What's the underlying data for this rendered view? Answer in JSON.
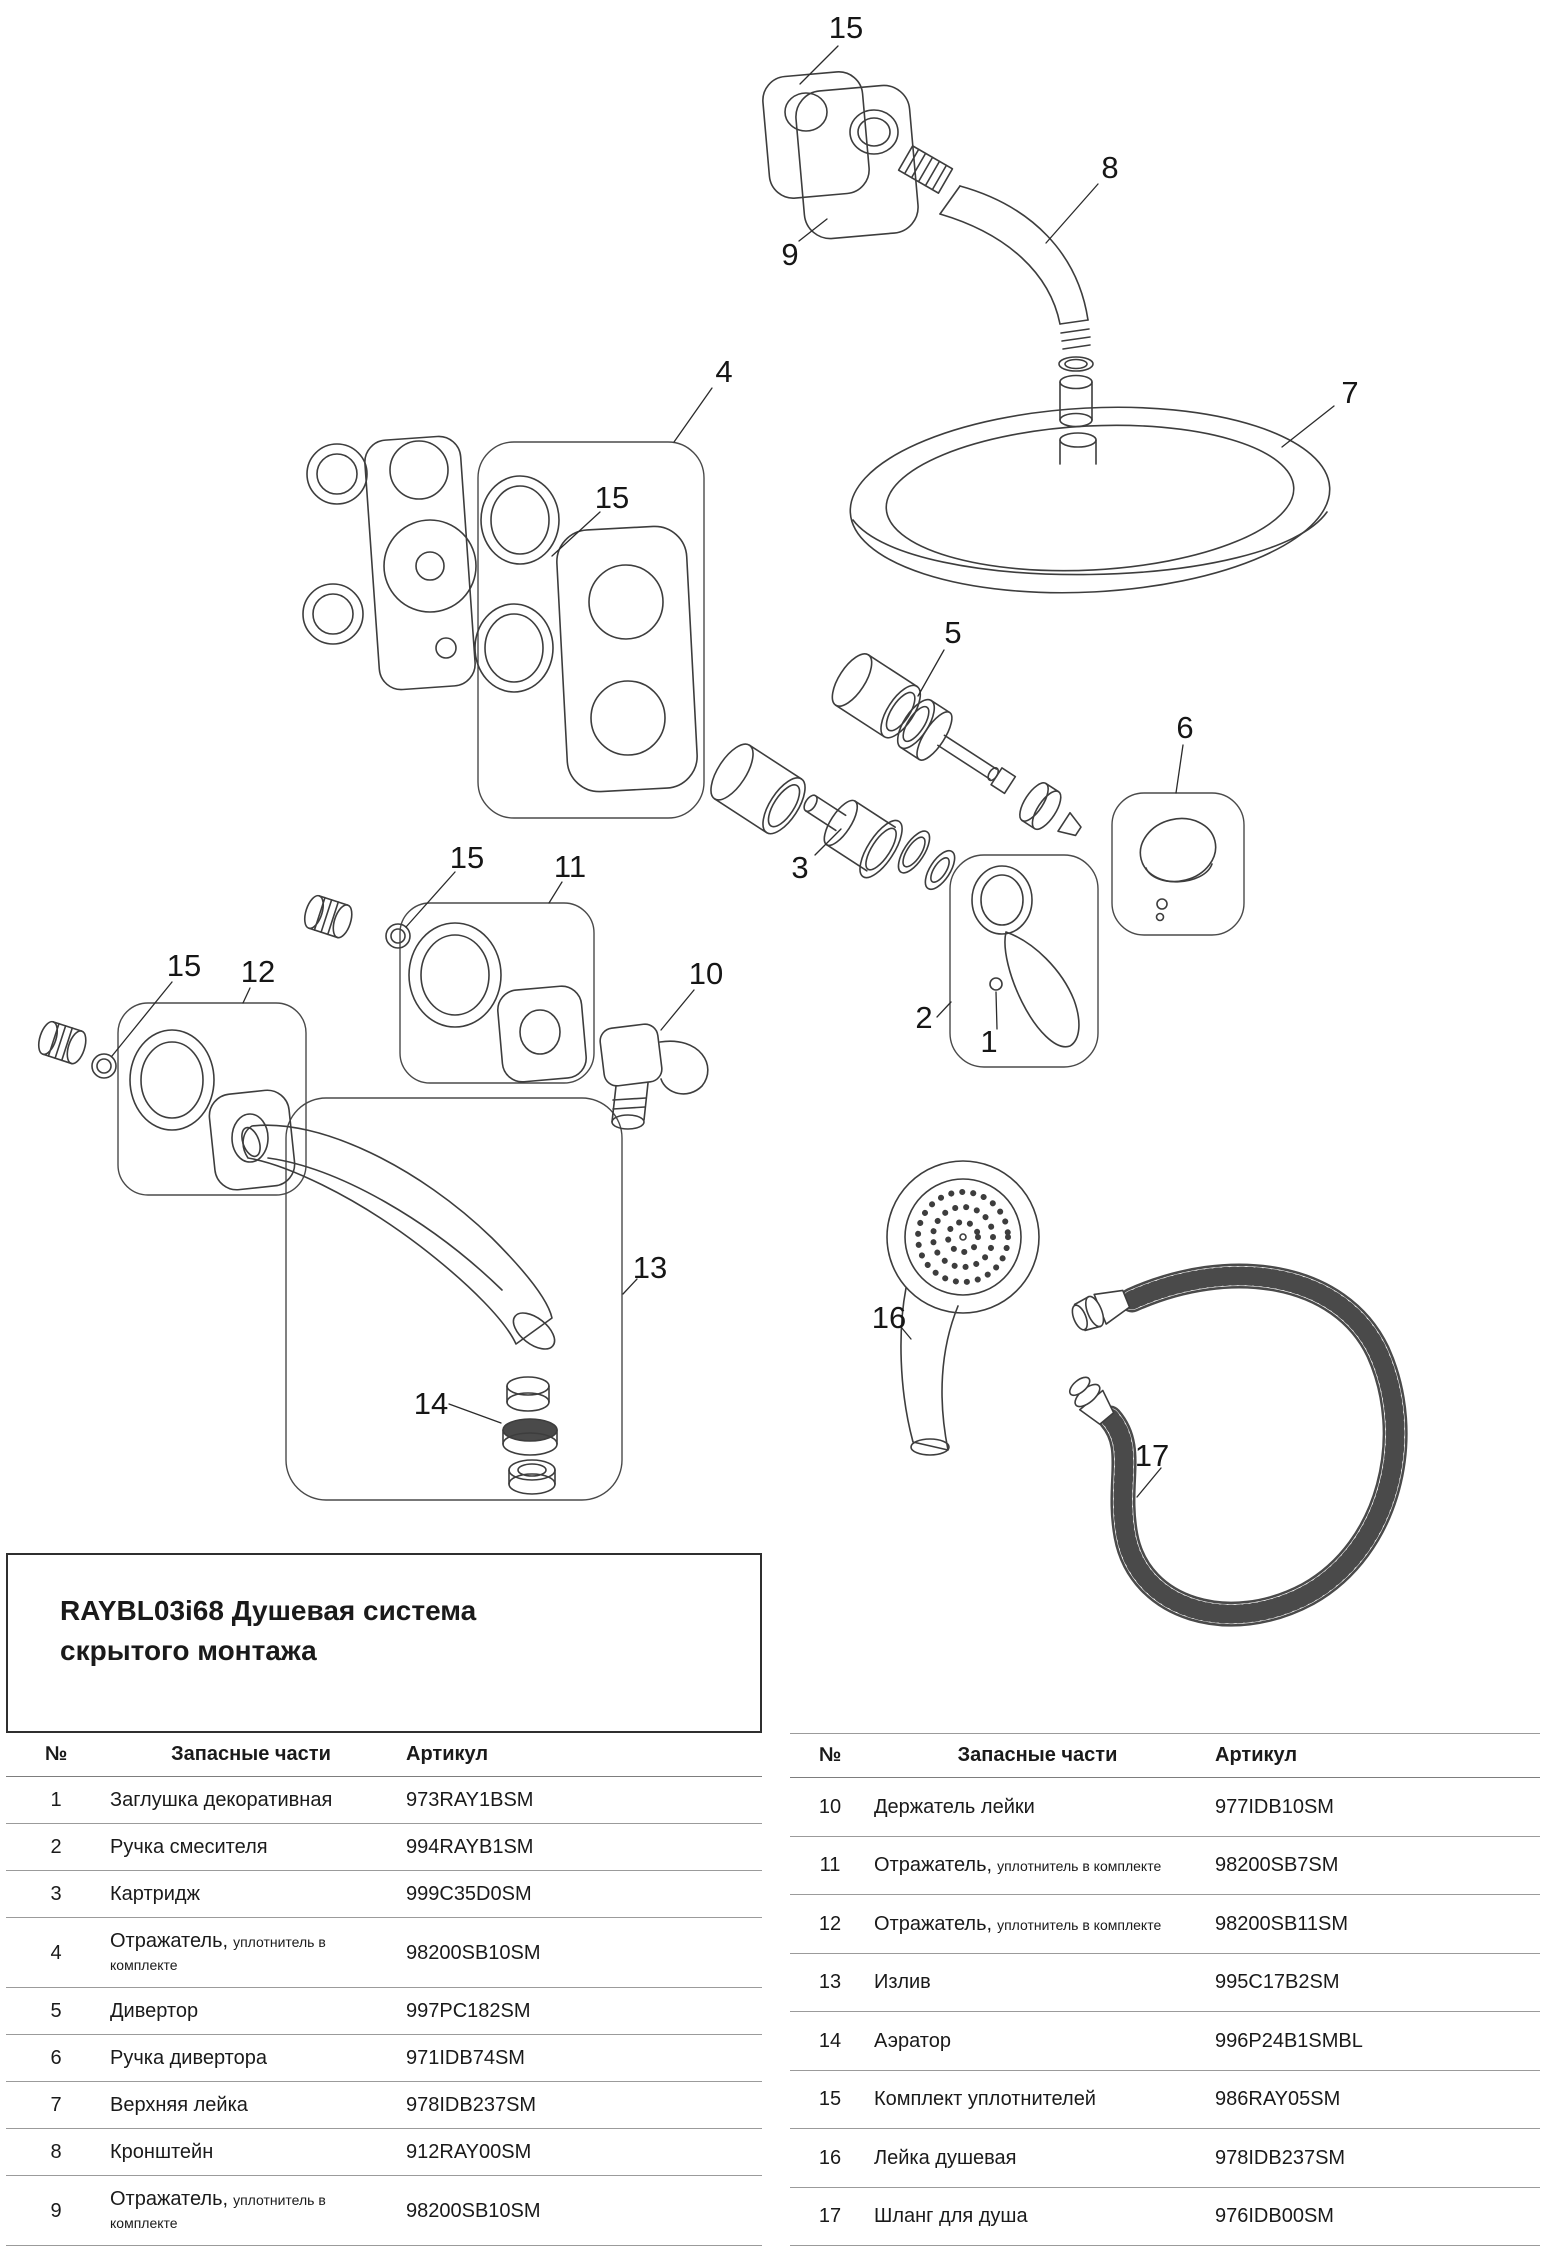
{
  "title": {
    "line1": "RAYBL03i68 Душевая система",
    "line2": "скрытого монтажа"
  },
  "table_headers": {
    "num": "№",
    "part": "Запасные части",
    "sku": "Артикул"
  },
  "parts_left": [
    {
      "num": "1",
      "name": "Заглушка декоративная",
      "name_note": "",
      "sku": "973RAY1BSM"
    },
    {
      "num": "2",
      "name": "Ручка смесителя",
      "name_note": "",
      "sku": "994RAYB1SM"
    },
    {
      "num": "3",
      "name": "Картридж",
      "name_note": "",
      "sku": "999C35D0SM"
    },
    {
      "num": "4",
      "name": "Отражатель,",
      "name_note": "уплотнитель в комплекте",
      "sku": "98200SB10SM"
    },
    {
      "num": "5",
      "name": "Дивертор",
      "name_note": "",
      "sku": "997PC182SM"
    },
    {
      "num": "6",
      "name": "Ручка дивертора",
      "name_note": "",
      "sku": "971IDB74SM"
    },
    {
      "num": "7",
      "name": "Верхняя лейка",
      "name_note": "",
      "sku": "978IDB237SM"
    },
    {
      "num": "8",
      "name": "Кронштейн",
      "name_note": "",
      "sku": "912RAY00SM"
    },
    {
      "num": "9",
      "name": "Отражатель,",
      "name_note": "уплотнитель в комплекте",
      "sku": "98200SB10SM"
    }
  ],
  "parts_right": [
    {
      "num": "10",
      "name": "Держатель лейки",
      "name_note": "",
      "sku": "977IDB10SM"
    },
    {
      "num": "11",
      "name": "Отражатель,",
      "name_note": "уплотнитель в комплекте",
      "sku": "98200SB7SM"
    },
    {
      "num": "12",
      "name": "Отражатель,",
      "name_note": "уплотнитель в комплекте",
      "sku": "98200SB11SM"
    },
    {
      "num": "13",
      "name": "Излив",
      "name_note": "",
      "sku": "995C17B2SM"
    },
    {
      "num": "14",
      "name": "Аэратор",
      "name_note": "",
      "sku": "996P24B1SMBL"
    },
    {
      "num": "15",
      "name": "Комплект уплотнителей",
      "name_note": "",
      "sku": "986RAY05SM"
    },
    {
      "num": "16",
      "name": "Лейка душевая",
      "name_note": "",
      "sku": "978IDB237SM"
    },
    {
      "num": "17",
      "name": "Шланг для душа",
      "name_note": "",
      "sku": "976IDB00SM"
    }
  ],
  "diagram": {
    "callouts": [
      "15",
      "9",
      "8",
      "7",
      "4",
      "15",
      "5",
      "6",
      "3",
      "15",
      "11",
      "15",
      "12",
      "10",
      "2",
      "1",
      "13",
      "14",
      "16",
      "17"
    ],
    "line_color": "#3d3d3d"
  }
}
